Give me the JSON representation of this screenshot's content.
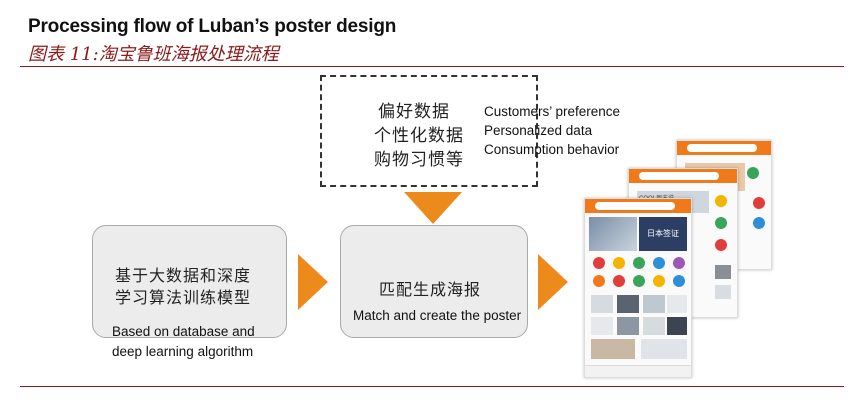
{
  "header": {
    "title_en": "Processing flow of Luban’s poster design",
    "title_cn": "图表 11:淘宝鲁班海报处理流程"
  },
  "input_box": {
    "lines_cn": [
      "偏好数据",
      "个性化数据",
      "购物习惯等"
    ],
    "lines_en": [
      "Customers’ preference",
      "Personalized data",
      "Consumption behavior"
    ]
  },
  "step1": {
    "lines_cn": [
      "基于大数据和深度",
      "学习算法训练模型"
    ],
    "lines_en": [
      "Based on database and",
      "deep learning algorithm"
    ]
  },
  "step2": {
    "label_cn": "匹配生成海报",
    "label_en": "Match and create the poster"
  },
  "phones": {
    "banner_text": "日本签证",
    "back_banner_text": "COOL周末说"
  },
  "colors": {
    "accent": "#ec8a1c",
    "rule": "#8c1a1a",
    "box_fill": "#ececec"
  }
}
